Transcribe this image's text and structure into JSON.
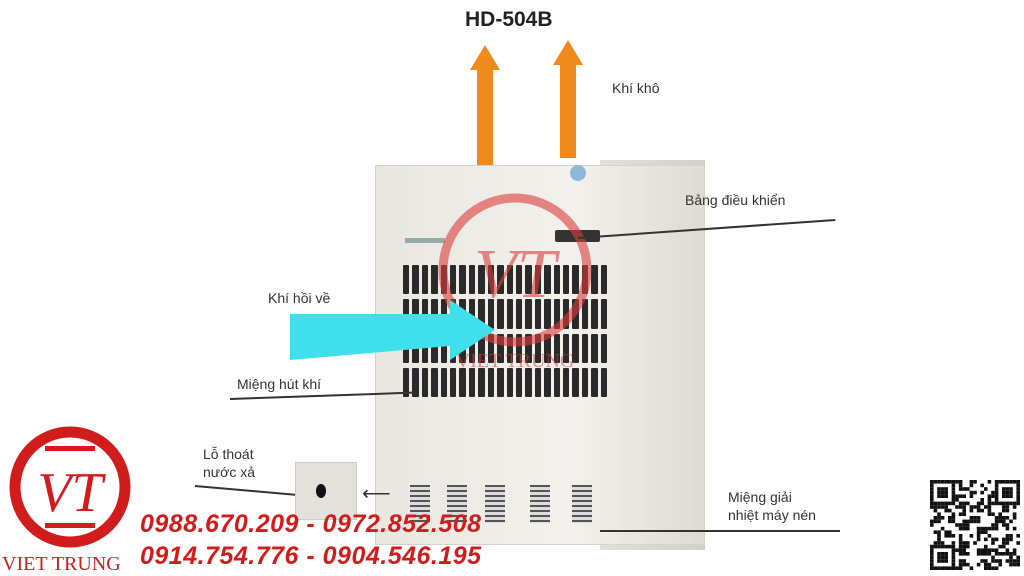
{
  "title": "HD-504B",
  "labels": {
    "dry_air": "Khí khô",
    "control_panel": "Bảng điều khiển",
    "return_air": "Khí hồi về",
    "intake": "Miệng hút khí",
    "drain_1": "Lỗ thoát",
    "drain_2": "nước xả",
    "exhaust_1": "Miệng giải",
    "exhaust_2": "nhiệt máy nén"
  },
  "brand": {
    "logo_text": "VT",
    "name": "VIET TRUNG",
    "watermark": "VIET TRUNG"
  },
  "phones": {
    "line1": "0988.670.209 - 0972.852.508",
    "line2": "0914.754.776 - 0904.546.195"
  },
  "colors": {
    "red": "#d21c1c",
    "arrow_orange": "#f08a1c",
    "arrow_cyan": "#3fe0ec"
  }
}
